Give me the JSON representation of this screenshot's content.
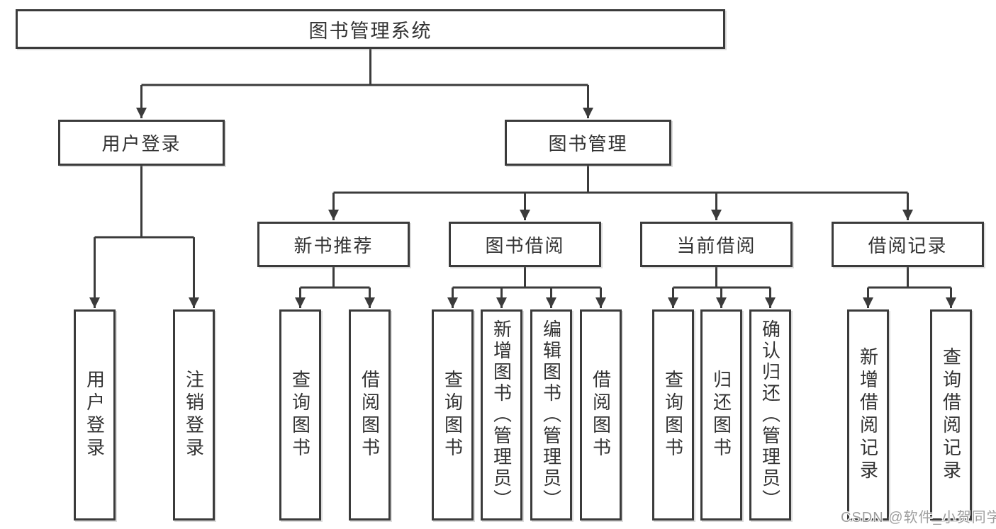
{
  "tree": {
    "label": "图书管理系统",
    "children": [
      {
        "label": "用户登录",
        "children": [
          {
            "label": "用户登录"
          },
          {
            "label": "注销登录"
          }
        ]
      },
      {
        "label": "图书管理",
        "children": [
          {
            "label": "新书推荐",
            "children": [
              {
                "label": "查询图书"
              },
              {
                "label": "借阅图书"
              }
            ]
          },
          {
            "label": "图书借阅",
            "children": [
              {
                "label": "查询图书"
              },
              {
                "label": "新增图书（管理员）"
              },
              {
                "label": "编辑图书（管理员）"
              },
              {
                "label": "借阅图书"
              }
            ]
          },
          {
            "label": "当前借阅",
            "children": [
              {
                "label": "查询图书"
              },
              {
                "label": "归还图书"
              },
              {
                "label": "确认归还（管理员）"
              }
            ]
          },
          {
            "label": "借阅记录",
            "children": [
              {
                "label": "新增借阅记录"
              },
              {
                "label": "查询借阅记录"
              }
            ]
          }
        ]
      }
    ]
  },
  "watermark": {
    "text": "CSDN @软件_小贺同学"
  },
  "colors": {
    "line": "#3b3b3b",
    "box_border": "#3b3b3b",
    "text": "#333333",
    "background": "#ffffff",
    "watermark": "#9e9e9e"
  }
}
